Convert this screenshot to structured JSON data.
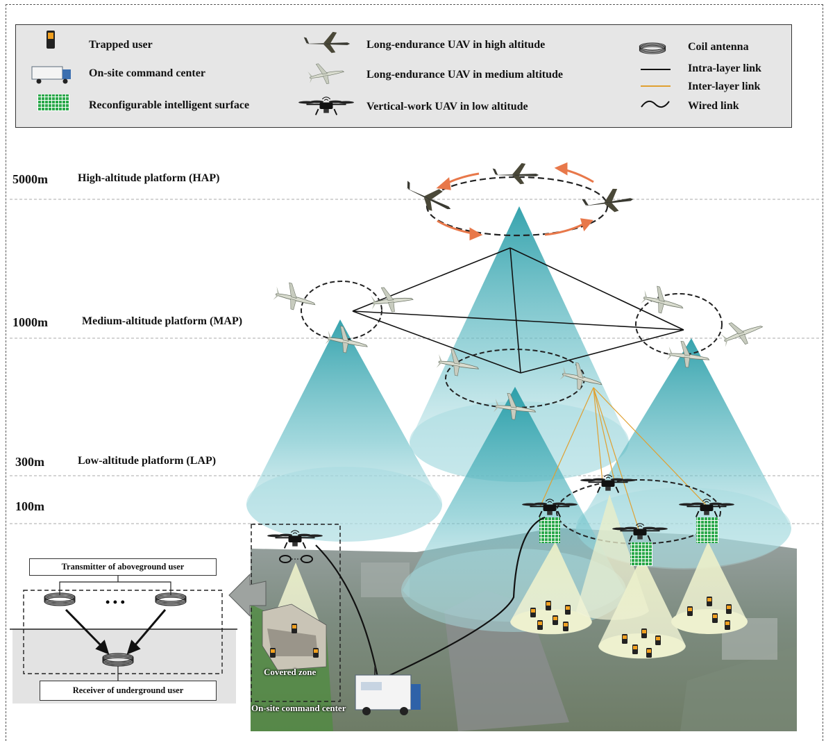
{
  "legend": {
    "col1": [
      "Trapped user",
      "On-site command center",
      "Reconfigurable intelligent surface"
    ],
    "col2": [
      "Long-endurance UAV in high altitude",
      "Long-endurance UAV in medium altitude",
      "Vertical-work UAV in low altitude"
    ],
    "col3": [
      "Coil antenna",
      "Intra-layer link",
      "Inter-layer link",
      "Wired link"
    ]
  },
  "levels": [
    {
      "altitude": "5000m",
      "name": "High-altitude platform (HAP)"
    },
    {
      "altitude": "1000m",
      "name": "Medium-altitude platform (MAP)"
    },
    {
      "altitude": "300m",
      "name": "Low-altitude platform (LAP)"
    },
    {
      "altitude": "100m",
      "name": ""
    }
  ],
  "inset": {
    "transmitter": "Transmitter of aboveground user",
    "receiver": "Receiver of underground user",
    "ellipsis": "• • •"
  },
  "scene": {
    "covered_zone": "Covered zone",
    "command_center": "On-site command center"
  },
  "colors": {
    "cone": "#1e9aa6",
    "inter_layer_link": "#e0a030",
    "orbit_arrow": "#e8784a",
    "legend_bg": "#e6e6e6"
  }
}
